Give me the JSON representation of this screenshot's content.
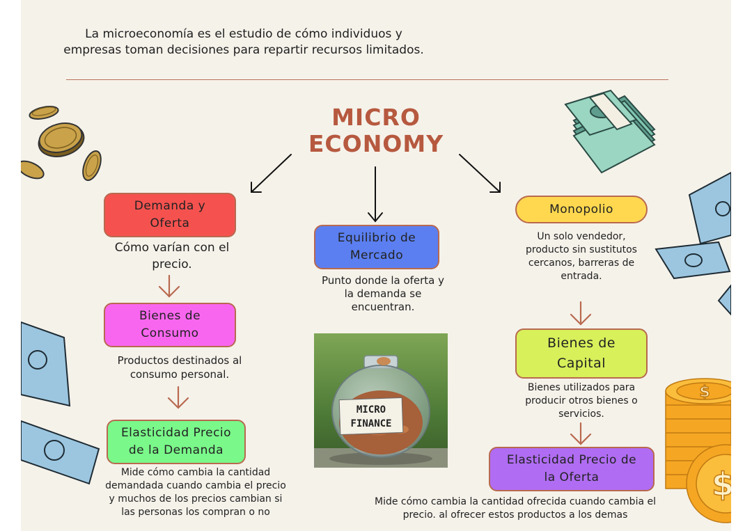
{
  "intro": {
    "line1": "La microeconomía es el estudio de cómo individuos y",
    "line2": "empresas toman decisiones para repartir recursos limitados."
  },
  "title": {
    "line1": "MICRO",
    "line2": "ECONOMY"
  },
  "nodes": {
    "demanda": {
      "label_1": "Demanda y",
      "label_2": "Oferta",
      "desc_1": "Cómo varían con el",
      "desc_2": "precio.",
      "color": "#f5524f"
    },
    "equilibrio": {
      "label_1": "Equilibrio de",
      "label_2": "Mercado",
      "desc_1": "Punto donde la oferta y",
      "desc_2": "la demanda se",
      "desc_3": "encuentran.",
      "color": "#5b7ff0"
    },
    "monopolio": {
      "label_1": "Monopolio",
      "desc_1": "Un solo vendedor,",
      "desc_2": "producto sin sustitutos",
      "desc_3": "cercanos, barreras de",
      "desc_4": "entrada.",
      "color": "#ffd84f"
    },
    "consumo": {
      "label_1": "Bienes de",
      "label_2": "Consumo",
      "desc_1": "Productos destinados al",
      "desc_2": "consumo personal.",
      "color": "#f866ef"
    },
    "capital": {
      "label_1": "Bienes de",
      "label_2": "Capital",
      "desc_1": "Bienes utilizados para",
      "desc_2": "producir otros bienes o",
      "desc_3": "servicios.",
      "color": "#d8f05a"
    },
    "elast_demanda": {
      "label_1": "Elasticidad Precio",
      "label_2": "de la Demanda",
      "desc_1": "Mide cómo cambia la cantidad",
      "desc_2": "demandada cuando cambia el precio",
      "desc_3": "y muchos de los precios cambian si",
      "desc_4": "las personas los compran o no",
      "color": "#7af88a"
    },
    "elast_oferta": {
      "label_1": "Elasticidad Precio de",
      "label_2": "la Oferta",
      "desc_1": "Mide cómo cambia la cantidad ofrecida cuando cambia el",
      "desc_2": "precio. al ofrecer estos productos a los demas",
      "color": "#b06cf2"
    }
  },
  "photo": {
    "label_1": "MICRO",
    "label_2": "FINANCE"
  },
  "colors": {
    "page_bg": "#f5f2ea",
    "accent": "#b6593f",
    "arrow_brown": "#b8694f",
    "arrow_black": "#111111",
    "money_green": "#7fc6b0",
    "bill_blue": "#9cc6e0",
    "coin_gold": "#f5a623",
    "coin_brass": "#c9a24a"
  },
  "icons": [
    "coins-icon",
    "cash-stack-icon",
    "banknote-icon",
    "gold-coin-stack-icon",
    "coin-jar-photo"
  ]
}
